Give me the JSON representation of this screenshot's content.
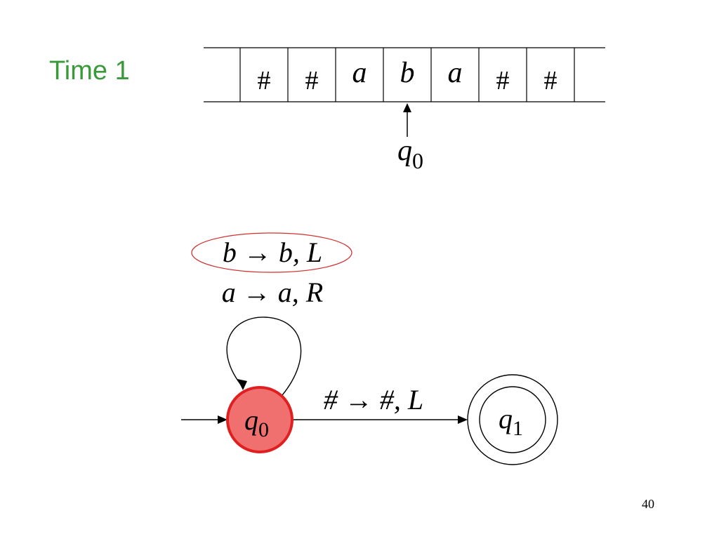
{
  "title": "Time 1",
  "slide_number": "40",
  "tape": {
    "cells": [
      "",
      "#",
      "#",
      "a",
      "b",
      "a",
      "#",
      "#",
      ""
    ],
    "head_state": {
      "base": "q",
      "sub": "0"
    }
  },
  "machine": {
    "self_loop_labels": [
      {
        "text": "b → b, L",
        "highlighted": true
      },
      {
        "text": "a → a, R",
        "highlighted": false
      }
    ],
    "edge_label": "# → #, L",
    "states": [
      {
        "base": "q",
        "sub": "0",
        "current": true,
        "accepting": false,
        "initial": true
      },
      {
        "base": "q",
        "sub": "1",
        "current": false,
        "accepting": true,
        "initial": false
      }
    ]
  },
  "colors": {
    "title": "#3a9a3a",
    "current_state_fill": "#f07070",
    "current_state_stroke": "#e02020",
    "highlight_ellipse": "#d03030"
  }
}
